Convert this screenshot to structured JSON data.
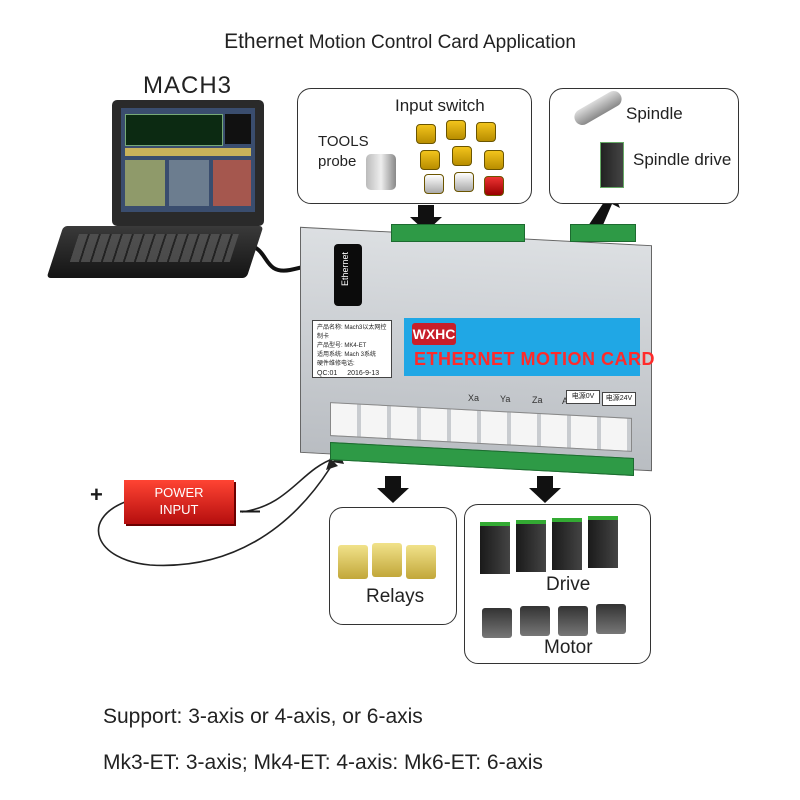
{
  "title": {
    "part1": "Ethernet",
    "part2": "Motion Control Card Application"
  },
  "mach3_label": "MACH3",
  "inputs_box": {
    "switch_label": "Input switch",
    "tools_label": "TOOLS",
    "probe_label": "probe"
  },
  "spindle_box": {
    "spindle_label": "Spindle",
    "drive_label": "Spindle drive"
  },
  "card": {
    "banner_text": "ETHERNET MOTION CARD",
    "logo_text": "WXHC",
    "port_label": "Ethernet",
    "info_lines": [
      "产品名称: Mach3以太网控制卡",
      "产品型号: MK4-ET",
      "适用系统: Mach 3系统",
      "硬件维修电话:"
    ],
    "qc_label": "QC:01",
    "date_label": "2016-9-13",
    "axis_labels": [
      "Xa",
      "Ya",
      "Za",
      "Aa"
    ],
    "power_tags": [
      "电源0V",
      "电源24V"
    ]
  },
  "power_input": {
    "label_line1": "POWER",
    "label_line2": "INPUT",
    "plus": "+",
    "minus": "—"
  },
  "relays_box": {
    "label": "Relays"
  },
  "drive_box": {
    "drive_label": "Drive",
    "motor_label": "Motor"
  },
  "footer": {
    "line1": "Support: 3-axis or 4-axis,  or 6-axis",
    "line2": "Mk3-ET:  3-axis;  Mk4-ET:  4-axis:  Mk6-ET:  6-axis"
  }
}
